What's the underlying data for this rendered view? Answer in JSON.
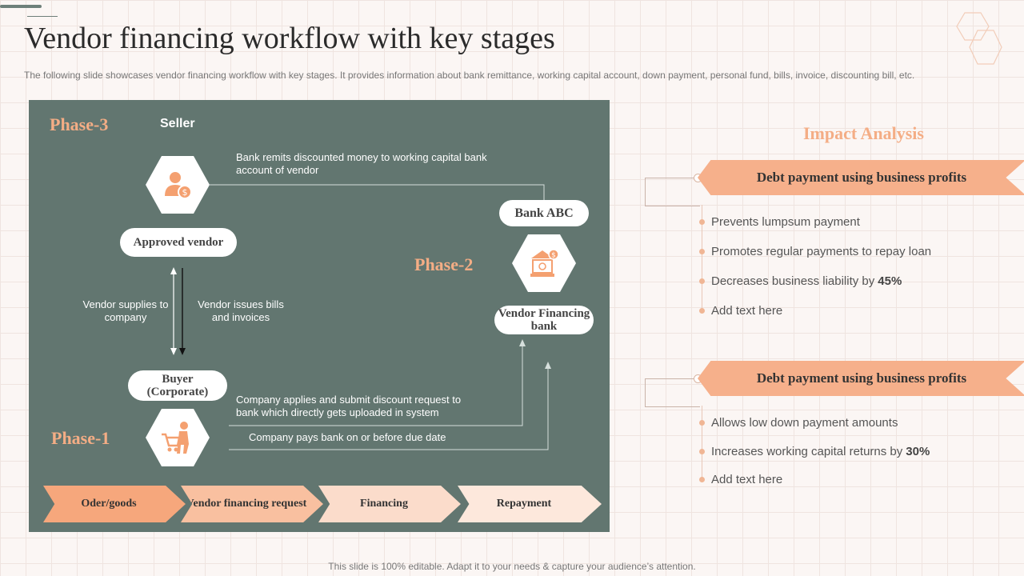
{
  "header": {
    "title": "Vendor financing workflow with key stages",
    "subtitle": "The following slide showcases vendor financing workflow with key stages. It provides information about bank remittance, working capital account, down payment, personal fund, bills, invoice, discounting bill, etc."
  },
  "workflow": {
    "phase3": "Phase-3",
    "phase2": "Phase-2",
    "phase1": "Phase-1",
    "seller": "Seller",
    "bank_remits": "Bank remits discounted money to working capital bank account of vendor",
    "approved_vendor": "Approved vendor",
    "vendor_supplies": "Vendor supplies to company",
    "vendor_issues": "Vendor issues bills and invoices",
    "buyer": "Buyer (Corporate)",
    "company_applies": "Company applies and submit discount request to bank which directly gets uploaded in system",
    "company_pays": "Company pays bank on or before due date",
    "bank_abc": "Bank ABC",
    "vendor_financing_bank": "Vendor Financing bank",
    "stages": [
      "Oder/goods",
      "Vendor financing request",
      "Financing",
      "Repayment"
    ],
    "icons": [
      "vendor-person-icon",
      "bank-building-icon",
      "shopping-cart-person-icon"
    ]
  },
  "impact": {
    "title": "Impact Analysis",
    "groups": [
      {
        "heading": "Debt payment using business profits",
        "items": [
          {
            "text": "Prevents lumpsum payment",
            "bold": ""
          },
          {
            "text": "Promotes regular payments to repay loan",
            "bold": ""
          },
          {
            "text": "Decreases business liability by",
            "bold": "45%"
          },
          {
            "text": "Add text here",
            "bold": ""
          }
        ]
      },
      {
        "heading": "Debt payment using business profits",
        "items": [
          {
            "text": "Allows low down payment amounts",
            "bold": ""
          },
          {
            "text": "Increases working capital returns by",
            "bold": "30%"
          },
          {
            "text": "Add text here",
            "bold": ""
          }
        ]
      }
    ]
  },
  "footer": "This slide is 100% editable. Adapt it to your needs & capture your audience’s attention.",
  "colors": {
    "accent": "#f4ad85",
    "panel": "#627670",
    "stage_dark": "#f6a77c",
    "stage_light": "#fbdccb"
  }
}
